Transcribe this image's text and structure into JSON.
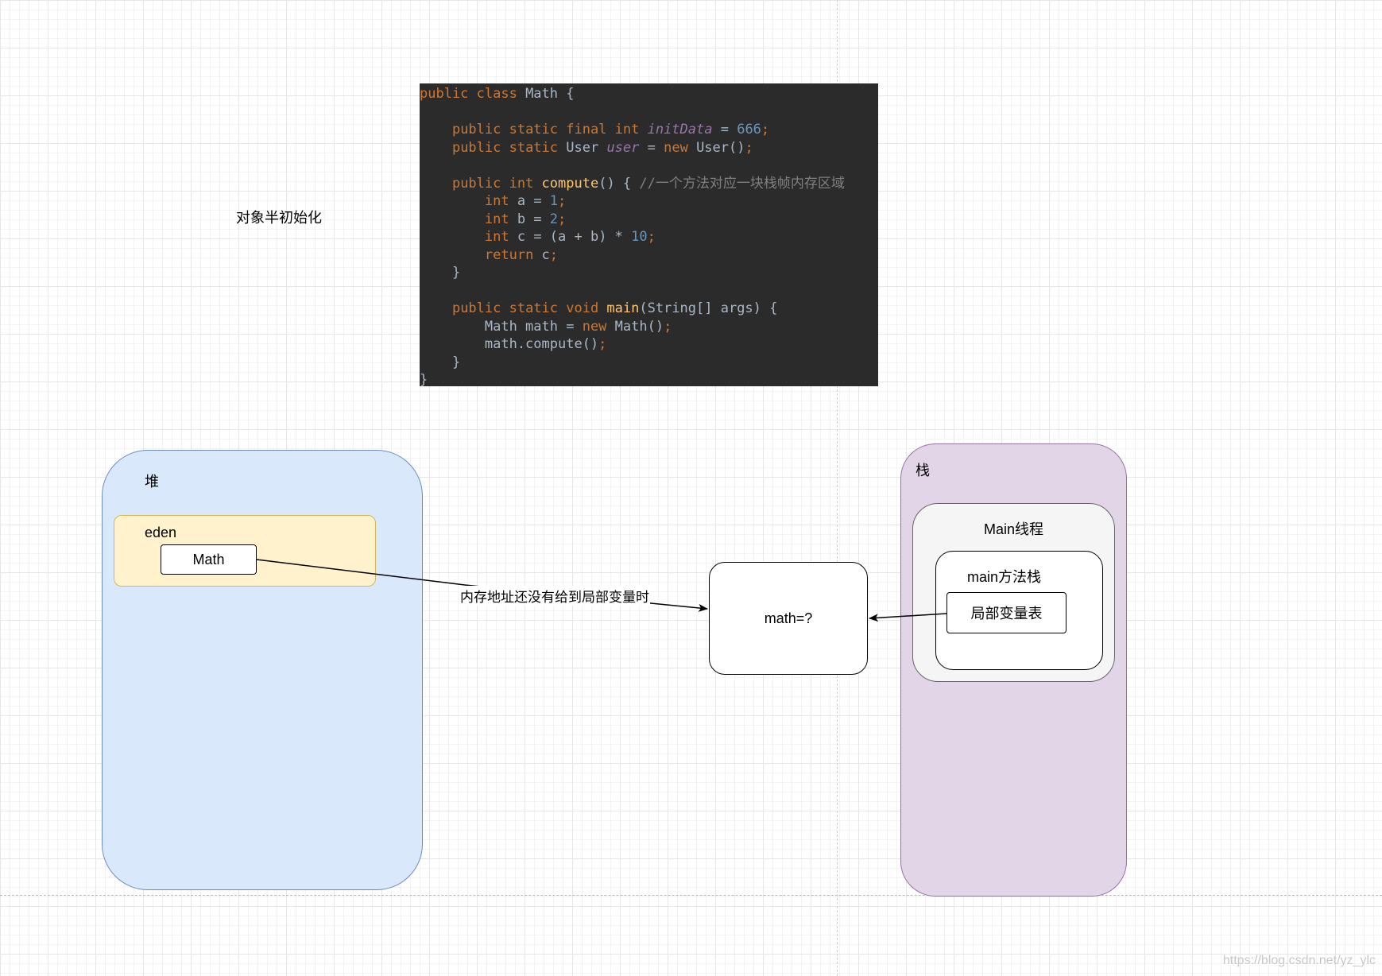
{
  "caption": "对象半初始化",
  "code_lines": [
    [
      [
        "kw",
        "public class "
      ],
      [
        "",
        "Math {"
      ]
    ],
    [],
    [
      [
        "",
        "    "
      ],
      [
        "kw",
        "public static final int "
      ],
      [
        "field",
        "initData"
      ],
      [
        "",
        " = "
      ],
      [
        "num",
        "666"
      ],
      [
        "kw",
        ";"
      ]
    ],
    [
      [
        "",
        "    "
      ],
      [
        "kw",
        "public static "
      ],
      [
        "",
        "User "
      ],
      [
        "field",
        "user"
      ],
      [
        "",
        " = "
      ],
      [
        "kw",
        "new "
      ],
      [
        "",
        "User()"
      ],
      [
        "kw",
        ";"
      ]
    ],
    [],
    [
      [
        "",
        "    "
      ],
      [
        "kw",
        "public int "
      ],
      [
        "fn",
        "compute"
      ],
      [
        "",
        "() { "
      ],
      [
        "cmt",
        "//一个方法对应一块栈帧内存区域"
      ]
    ],
    [
      [
        "",
        "        "
      ],
      [
        "kw",
        "int "
      ],
      [
        "",
        "a = "
      ],
      [
        "num",
        "1"
      ],
      [
        "kw",
        ";"
      ]
    ],
    [
      [
        "",
        "        "
      ],
      [
        "kw",
        "int "
      ],
      [
        "",
        "b = "
      ],
      [
        "num",
        "2"
      ],
      [
        "kw",
        ";"
      ]
    ],
    [
      [
        "",
        "        "
      ],
      [
        "kw",
        "int "
      ],
      [
        "",
        "c = (a + b) * "
      ],
      [
        "num",
        "10"
      ],
      [
        "kw",
        ";"
      ]
    ],
    [
      [
        "",
        "        "
      ],
      [
        "kw",
        "return "
      ],
      [
        "",
        "c"
      ],
      [
        "kw",
        ";"
      ]
    ],
    [
      [
        "",
        "    }"
      ]
    ],
    [],
    [
      [
        "",
        "    "
      ],
      [
        "kw",
        "public static void "
      ],
      [
        "fn",
        "main"
      ],
      [
        "",
        "(String[] args) {"
      ]
    ],
    [
      [
        "",
        "        Math math = "
      ],
      [
        "kw",
        "new "
      ],
      [
        "",
        "Math()"
      ],
      [
        "kw",
        ";"
      ]
    ],
    [
      [
        "",
        "        math.compute()"
      ],
      [
        "kw",
        ";"
      ]
    ],
    [
      [
        "",
        "    }"
      ]
    ],
    [
      [
        "",
        "}"
      ]
    ]
  ],
  "heap": {
    "label": "堆"
  },
  "eden": {
    "label": "eden"
  },
  "math_object": {
    "label": "Math"
  },
  "edge_label": "内存地址还没有给到局部变量时",
  "math_ref": {
    "label": "math=?"
  },
  "stack": {
    "label": "栈"
  },
  "main_thread": {
    "label": "Main线程"
  },
  "method_stack": {
    "label": "main方法栈"
  },
  "local_vars": {
    "label": "局部变量表"
  },
  "watermark": "https://blog.csdn.net/yz_ylc",
  "colors": {
    "code_bg": "#2b2b2b",
    "keyword": "#cc7832",
    "function": "#ffc66d",
    "number": "#6897bb",
    "field": "#9876aa",
    "comment": "#808080",
    "heap_fill": "#dae8fc",
    "eden_fill": "#fff2cc",
    "stack_fill": "#e1d5e7",
    "thread_fill": "#f5f5f5"
  }
}
